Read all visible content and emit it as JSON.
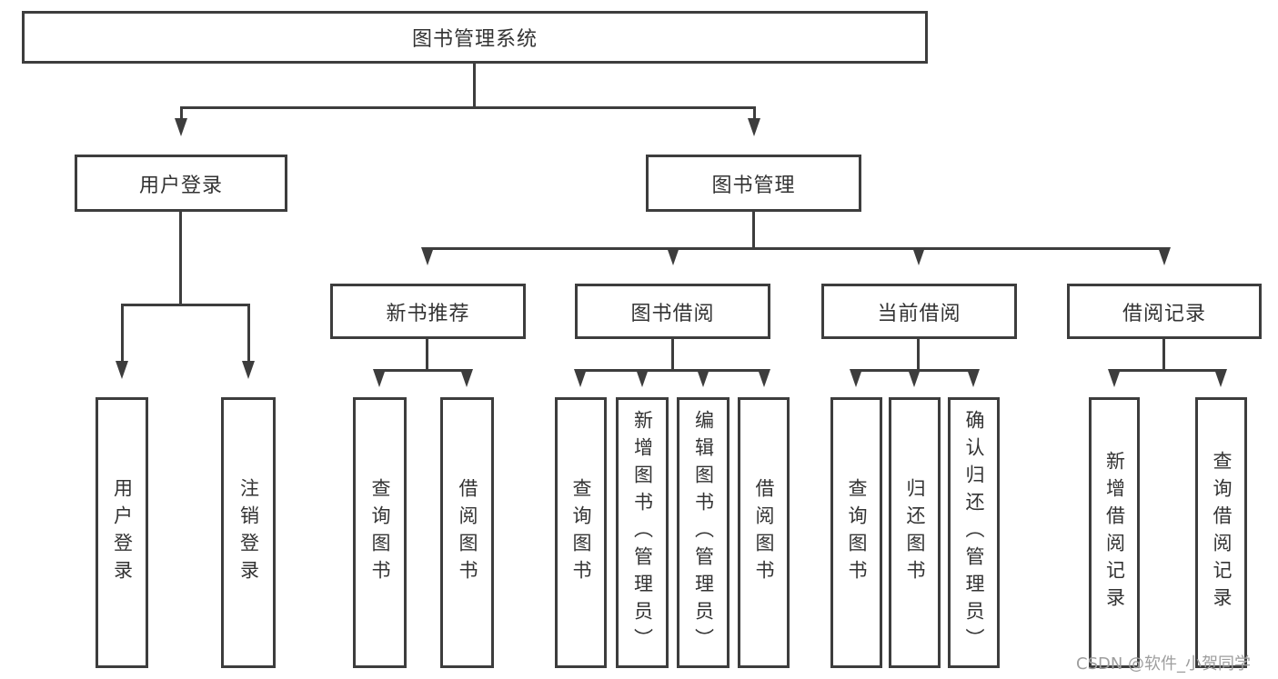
{
  "diagram": {
    "root": {
      "label": "图书管理系统"
    },
    "branches": [
      {
        "label": "用户登录",
        "children": [
          {
            "label": "用户登录"
          },
          {
            "label": "注销登录"
          }
        ]
      },
      {
        "label": "图书管理",
        "groups": [
          {
            "label": "新书推荐",
            "children": [
              {
                "label": "查询图书"
              },
              {
                "label": "借阅图书"
              }
            ]
          },
          {
            "label": "图书借阅",
            "children": [
              {
                "label": "查询图书"
              },
              {
                "label": "新增图书（管理员）"
              },
              {
                "label": "编辑图书（管理员）"
              },
              {
                "label": "借阅图书"
              }
            ]
          },
          {
            "label": "当前借阅",
            "children": [
              {
                "label": "查询图书"
              },
              {
                "label": "归还图书"
              },
              {
                "label": "确认归还（管理员）"
              }
            ]
          },
          {
            "label": "借阅记录",
            "children": [
              {
                "label": "新增借阅记录"
              },
              {
                "label": "查询借阅记录"
              }
            ]
          }
        ]
      }
    ]
  },
  "watermark": "CSDN @软件_小贺同学",
  "colors": {
    "line": "#3d3d3d",
    "text": "#333333",
    "watermark": "#9e9e9e",
    "background": "#ffffff"
  }
}
